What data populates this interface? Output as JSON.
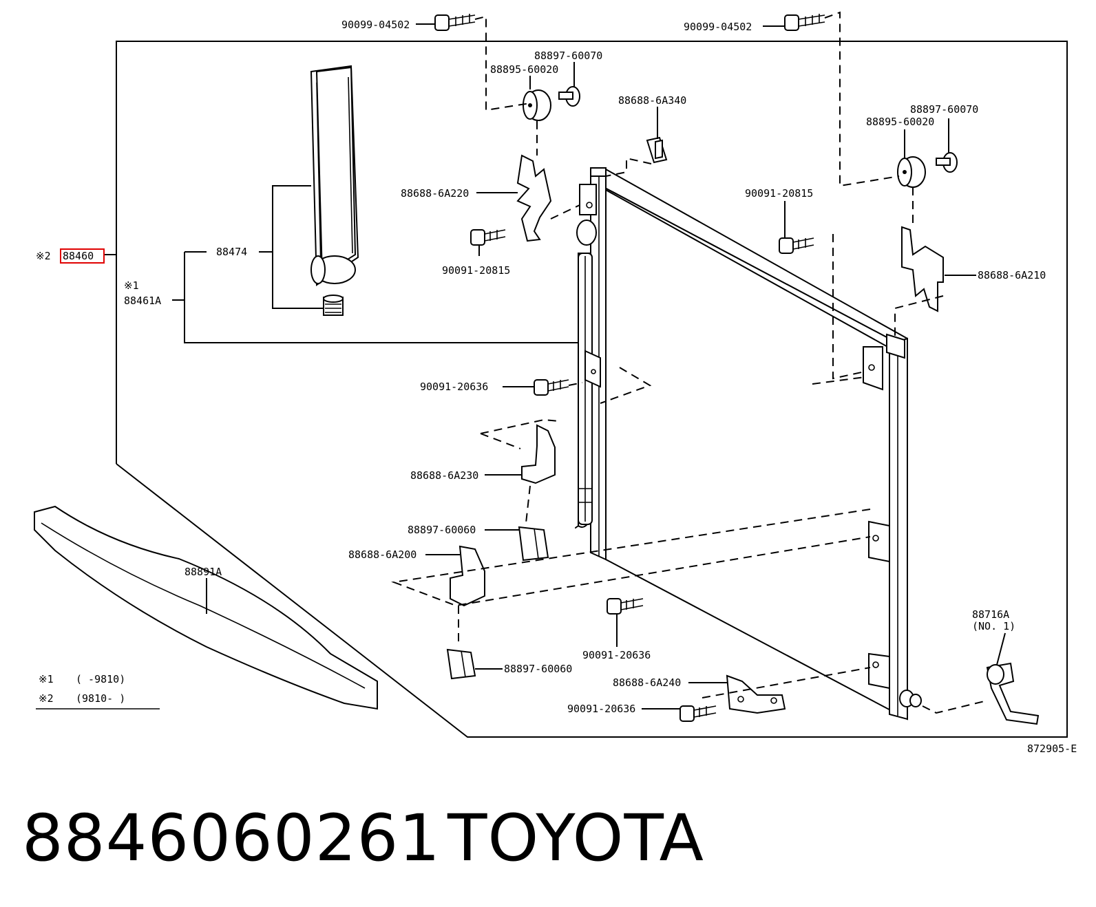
{
  "diagram": {
    "diagram_code": "872905-E",
    "highlight_color": "#e00000",
    "footer": {
      "part_number": "8846060261",
      "brand": "TOYOTA"
    },
    "notes": [
      {
        "mark": "※1",
        "range": "(    -9810)"
      },
      {
        "mark": "※2",
        "range": "(9810-    )"
      }
    ],
    "labels": {
      "bolt_left_top": "90099-04502",
      "bolt_right_top": "90099-04502",
      "cushion_left": "88895-60020",
      "pin_left": "88897-60070",
      "cushion_right": "88895-60020",
      "pin_right": "88897-60070",
      "clip_6a340": "88688-6A340",
      "bracket_6a220": "88688-6A220",
      "bolt_20815_left": "90091-20815",
      "bolt_20815_right": "90091-20815",
      "bracket_6a210": "88688-6A210",
      "receiver_assy": "88474",
      "condenser_mark": "※2",
      "condenser_part": "88460",
      "receiver_mark": "※1",
      "receiver_part": "88461A",
      "bolt_20636_mid": "90091-20636",
      "bracket_6a230": "88688-6A230",
      "block_60060_upper": "88897-60060",
      "bracket_6a200": "88688-6A200",
      "seal_88891a": "88891A",
      "bolt_20636_low": "90091-20636",
      "block_60060_lower": "88897-60060",
      "bracket_6a240": "88688-6A240",
      "bolt_20636_bottom": "90091-20636",
      "tube_88716a": "88716A",
      "tube_no": "(NO. 1)"
    }
  }
}
